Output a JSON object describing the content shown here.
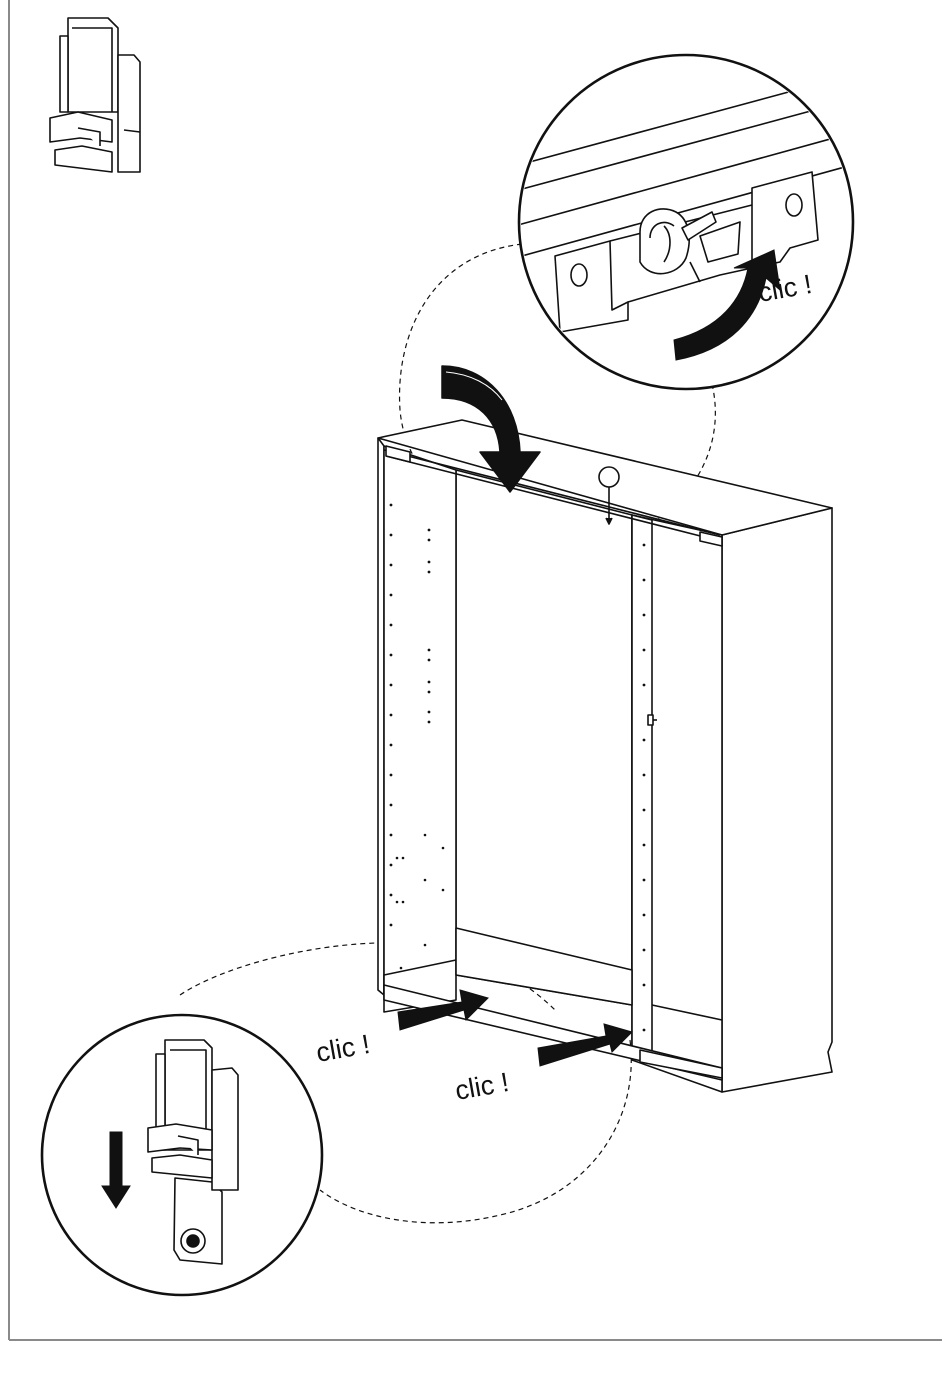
{
  "labels": {
    "top_click": "clic !",
    "bottom_left_click": "clic !",
    "bottom_right_click": "clic !"
  },
  "colors": {
    "line": "#111111",
    "frame": "#8a8a8a",
    "arrow": "#111111",
    "background": "#ffffff"
  },
  "icons": {
    "clip_part": "runner-clip-icon",
    "rotate_arrow": "curved-arrow-down-icon",
    "down_arrow": "arrow-down-icon",
    "push_arrow": "arrow-right-icon"
  }
}
